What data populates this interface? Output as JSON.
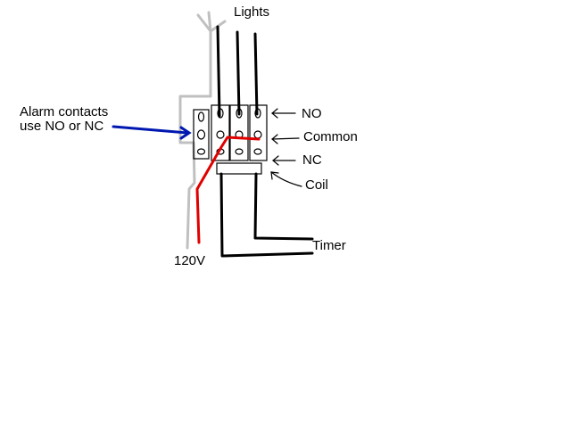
{
  "labels": {
    "lights": "Lights",
    "alarm_line1": "Alarm contacts",
    "alarm_line2": "use NO or NC",
    "no": "NO",
    "common": "Common",
    "nc": "NC",
    "coil": "Coil",
    "timer": "Timer",
    "supply": "120V"
  },
  "colors": {
    "neutral_wire": "#c0c0c0",
    "hot_wire": "#e00000",
    "alarm_arrow": "#0018b0",
    "wire": "#000000",
    "background": "#ffffff"
  }
}
